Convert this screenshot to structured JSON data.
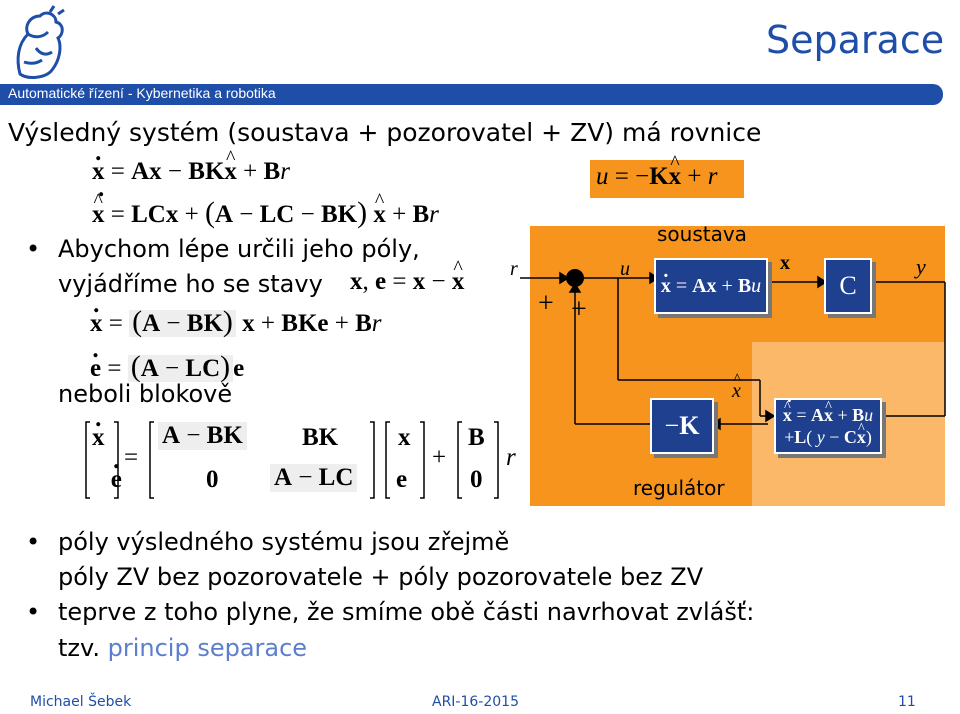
{
  "header": {
    "subtitle": "Automatické řízení - Kybernetika a robotika",
    "title": "Separace",
    "colors": {
      "header_bar": "#1f4ea8",
      "title": "#1f4ea8",
      "link": "#5b7fce",
      "diagram_orange": "#f7941d",
      "block_blue": "#1f3f8f"
    }
  },
  "content": {
    "intro": "Výsledný systém (soustava + pozorovatel + ZV) má rovnice",
    "bullet1_line1": "Abychom lépe určili jeho póly,",
    "bullet1_line2": "vyjádříme ho se stavy",
    "neboli": "neboli blokově",
    "bullet2_line1": "póly výsledného systému jsou zřejmě",
    "bullet2_line2": "póly ZV bez pozorovatele + póly pozorovatele bez ZV",
    "bullet3_line1": "teprve z toho plyne, že smíme obě části navrhovat zvlášť:",
    "bullet3_prefix": "tzv. ",
    "bullet3_link": "princip separace"
  },
  "diagram": {
    "control_law": "u = −Kx̂ + r",
    "soustava_label": "soustava",
    "soustava_block": "ẋ = Ax + Bu",
    "c_block": "C",
    "k_block": "−K",
    "regulator_label": "regulátor",
    "observer_line1": "x̂̇ = Ax̂ + Bu",
    "observer_line2": "+L(y − Cx̂)",
    "signal_r": "r",
    "signal_u": "u",
    "signal_x": "x",
    "signal_y": "y",
    "signal_xhat": "x̂",
    "plus1": "+",
    "plus2": "+"
  },
  "footer": {
    "author": "Michael Šebek",
    "course": "ARI-16-2015",
    "page": "11"
  }
}
